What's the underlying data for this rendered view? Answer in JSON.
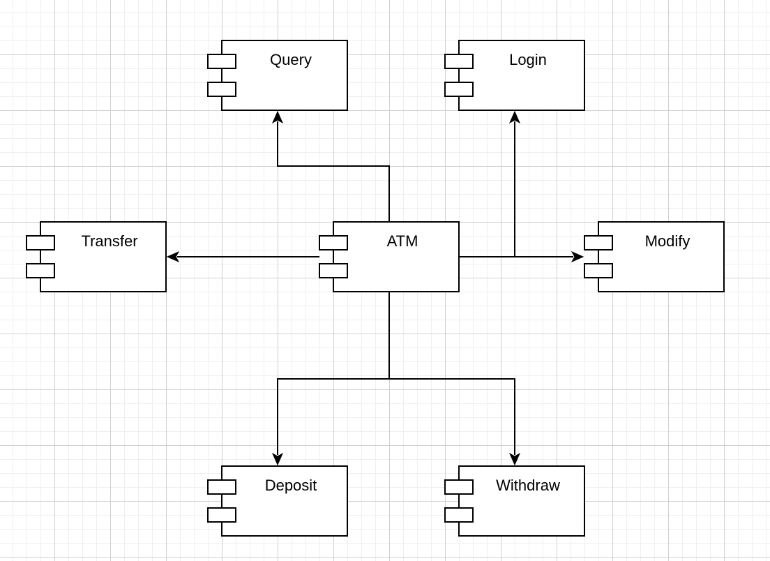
{
  "diagram": {
    "components": [
      {
        "id": "query",
        "label": "Query"
      },
      {
        "id": "login",
        "label": "Login"
      },
      {
        "id": "transfer",
        "label": "Transfer"
      },
      {
        "id": "atm",
        "label": "ATM"
      },
      {
        "id": "modify",
        "label": "Modify"
      },
      {
        "id": "deposit",
        "label": "Deposit"
      },
      {
        "id": "withdraw",
        "label": "Withdraw"
      }
    ],
    "connections": [
      {
        "from": "atm",
        "to": "query"
      },
      {
        "from": "atm",
        "to": "login"
      },
      {
        "from": "atm",
        "to": "transfer"
      },
      {
        "from": "atm",
        "to": "modify"
      },
      {
        "from": "atm",
        "to": "deposit"
      },
      {
        "from": "atm",
        "to": "withdraw"
      }
    ]
  }
}
